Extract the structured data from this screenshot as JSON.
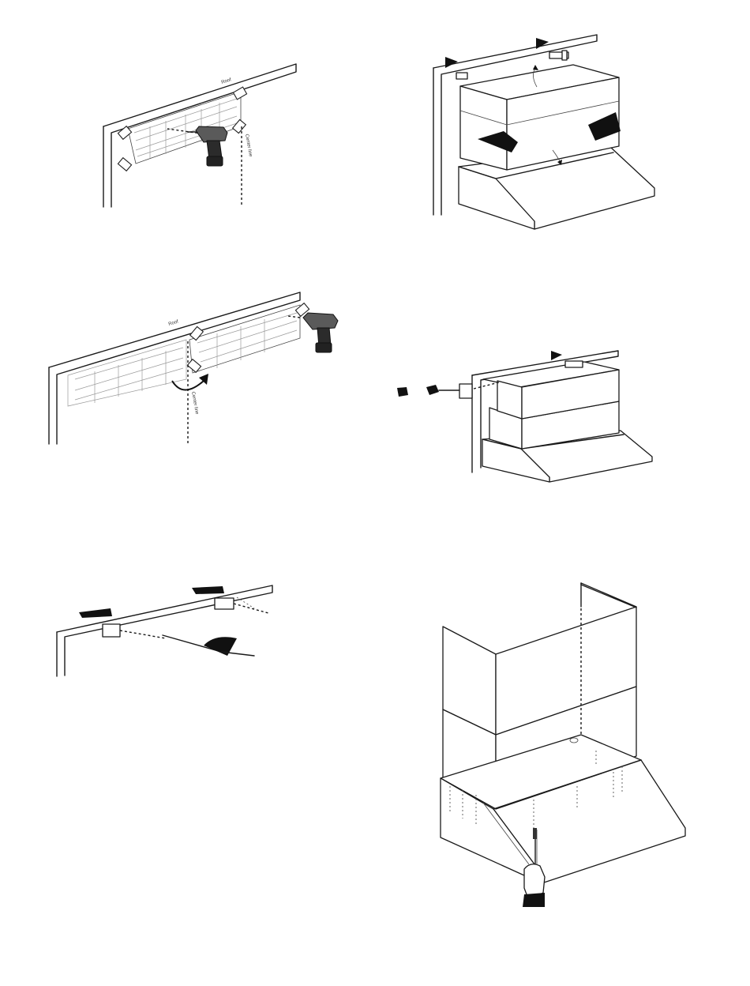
{
  "figures": [
    {
      "id": "fig-1",
      "labels": {
        "roof": "Roof",
        "center": "Center line"
      }
    },
    {
      "id": "fig-2",
      "labels": {}
    },
    {
      "id": "fig-3",
      "labels": {
        "roof": "Roof",
        "center": "Center line"
      }
    },
    {
      "id": "fig-4",
      "labels": {}
    },
    {
      "id": "fig-5",
      "labels": {}
    },
    {
      "id": "fig-6",
      "labels": {}
    }
  ]
}
